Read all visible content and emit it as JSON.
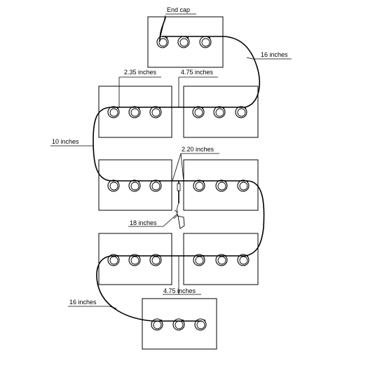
{
  "labels": {
    "end_cap": "End cap",
    "top_cable": "16 inches",
    "top_left_gap": "2.35 inches",
    "top_right_gap": "4.75 inches",
    "left_cable": "10 inches",
    "center_gap": "2.20 inches",
    "lead_in": "18 inches",
    "bottom_gap": "4.75 inches",
    "bottom_cable": "16 inches"
  }
}
